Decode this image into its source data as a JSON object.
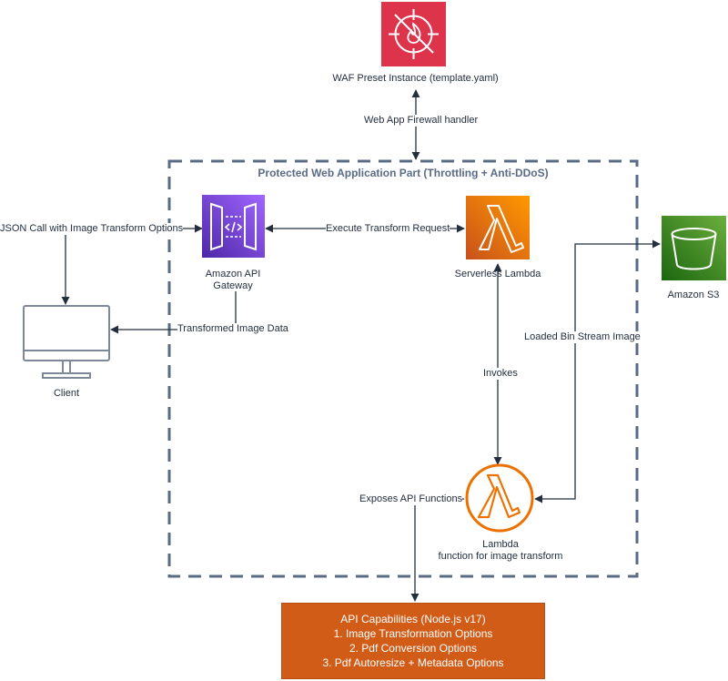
{
  "group": {
    "title": "Protected Web Application Part  (Throttling + Anti-DDoS)"
  },
  "nodes": {
    "waf": {
      "label": "WAF Preset Instance (template.yaml)",
      "icon": "waf-firewall-icon",
      "color": "#dd344c"
    },
    "api_gateway": {
      "label_line1": "Amazon API",
      "label_line2": "Gateway",
      "icon": "api-gateway-icon",
      "color": "#8c4fff"
    },
    "serverless_lambda": {
      "label": "Serverless Lambda",
      "icon": "lambda-icon",
      "color": "#ed7100"
    },
    "s3": {
      "label": "Amazon S3",
      "icon": "s3-bucket-icon",
      "color": "#3f8624"
    },
    "client": {
      "label": "Client",
      "icon": "client-monitor-icon"
    },
    "lambda_function": {
      "label_line1": "Lambda",
      "label_line2": "function for image transform",
      "icon": "lambda-function-icon",
      "color": "#ed7100"
    }
  },
  "edges": {
    "waf_handler": "Web App Firewall handler",
    "json_call": "JSON Call with Image Transform Options",
    "execute_transform": "Execute Transform Request",
    "transformed_data": "Transformed Image Data",
    "invokes": "Invokes",
    "loaded_stream": "Loaded Bin Stream Image",
    "exposes_api": "Exposes API Functions"
  },
  "capabilities": {
    "title": "API Capabilities (Node.js v17)",
    "items": [
      "1. Image Transformation Options",
      "2. Pdf Conversion Options",
      "3. Pdf Autoresize + Metadata Options"
    ],
    "color": "#d05c17"
  }
}
